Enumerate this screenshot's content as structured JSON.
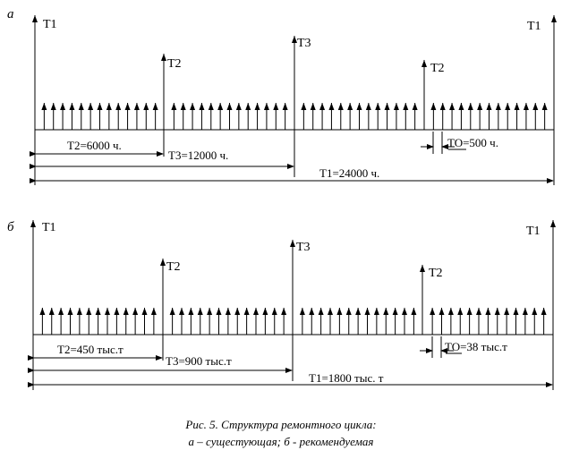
{
  "panels": [
    {
      "label": "а",
      "markers": {
        "left": "T1",
        "right": "T1",
        "t2_left": "T2",
        "t3": "T3",
        "t2_right": "T2"
      },
      "dims": {
        "t2": "T2=6000 ч.",
        "t3": "T3=12000 ч.",
        "t1": "T1=24000 ч.",
        "to": "TO=500 ч."
      }
    },
    {
      "label": "б",
      "markers": {
        "left": "T1",
        "right": "T1",
        "t2_left": "T2",
        "t3": "T3",
        "t2_right": "T2"
      },
      "dims": {
        "t2": "T2=450 тыс.т",
        "t3": "T3=900 тыс.т",
        "t1": "T1=1800 тыс. т",
        "to": "TO=38 тыс.т"
      }
    }
  ],
  "caption": {
    "line1": "Рис.   5. Структура ремонтного цикла:",
    "line2": "а – сущестующая;  б - рекомендуемая"
  }
}
